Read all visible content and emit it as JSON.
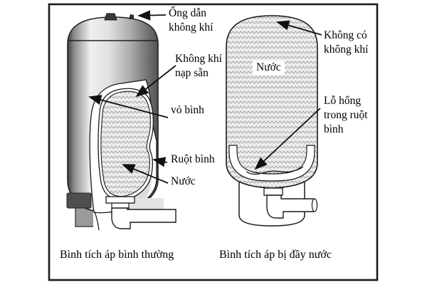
{
  "diagram": {
    "title": "Pressure tank comparison diagram",
    "left_tank": {
      "caption": "Bình tích áp bình thường",
      "labels": {
        "air_duct": "Ống dẫn\nkhông khí",
        "precharged_air": "Không khí\nnạp sẵn",
        "shell": "vỏ bình",
        "bladder": "Ruột bình",
        "water": "Nước"
      }
    },
    "right_tank": {
      "caption": "Bình tích áp bị đầy nước",
      "labels": {
        "water": "Nước",
        "no_air": "Không có\nkhông khí",
        "bladder_hole": "Lỗ hổng\ntrong ruột\nbình"
      }
    },
    "colors": {
      "frame_border": "#1a1a1a",
      "shell_dark": "#3f3f3f",
      "shell_light": "#efefef",
      "water_fill_bg": "#ececec",
      "water_zigzag": "#a6a6a6",
      "cutaway_shadow": "#dcdcdc",
      "pedestal_gray": "#9a9a9a",
      "bracket_dark": "#4e4e4e",
      "text": "#000000"
    }
  }
}
